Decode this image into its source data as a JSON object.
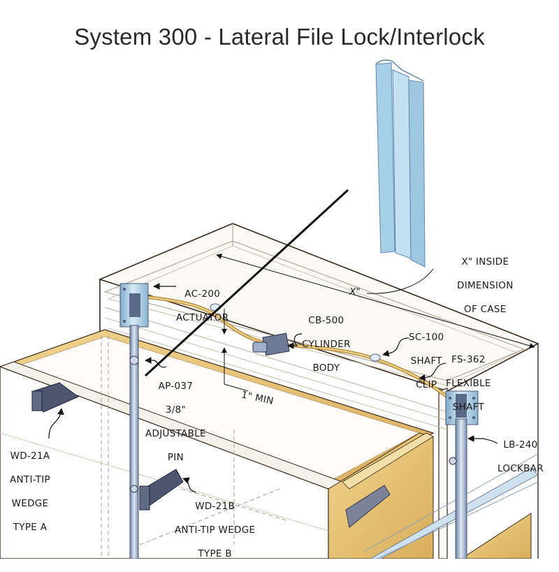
{
  "title": "System 300 - Lateral File Lock/Interlock",
  "colors": {
    "wood": "#e8c77a",
    "wood_dark": "#c99a44",
    "metal_blue": "#a9cde6",
    "metal_dark": "#5b6a86",
    "shaft": "#d8b56a",
    "line": "#3a2a1a"
  },
  "labels": {
    "ac200": [
      "AC-200",
      "ACTUATOR"
    ],
    "x_inside": [
      "X\" INSIDE",
      "DIMENSION",
      "OF CASE"
    ],
    "x_dim": "X\"",
    "cb500": [
      "CB-500",
      "CYLINDER",
      "BODY"
    ],
    "sc100": [
      "SC-100",
      "SHAFT",
      "CLIP"
    ],
    "fs362": [
      "FS-362",
      "FLEXIBLE",
      "SHAFT"
    ],
    "ap037": [
      "AP-037",
      "3/8\"",
      "ADJUSTABLE",
      "PIN"
    ],
    "one_min": "1\" MIN",
    "wd21a": [
      "WD-21A",
      "ANTI-TIP",
      "WEDGE",
      "TYPE A"
    ],
    "wd21b": [
      "WD-21B",
      "ANTI-TIP WEDGE",
      "TYPE B"
    ],
    "lb240": [
      "LB-240",
      "LOCKBAR"
    ]
  }
}
